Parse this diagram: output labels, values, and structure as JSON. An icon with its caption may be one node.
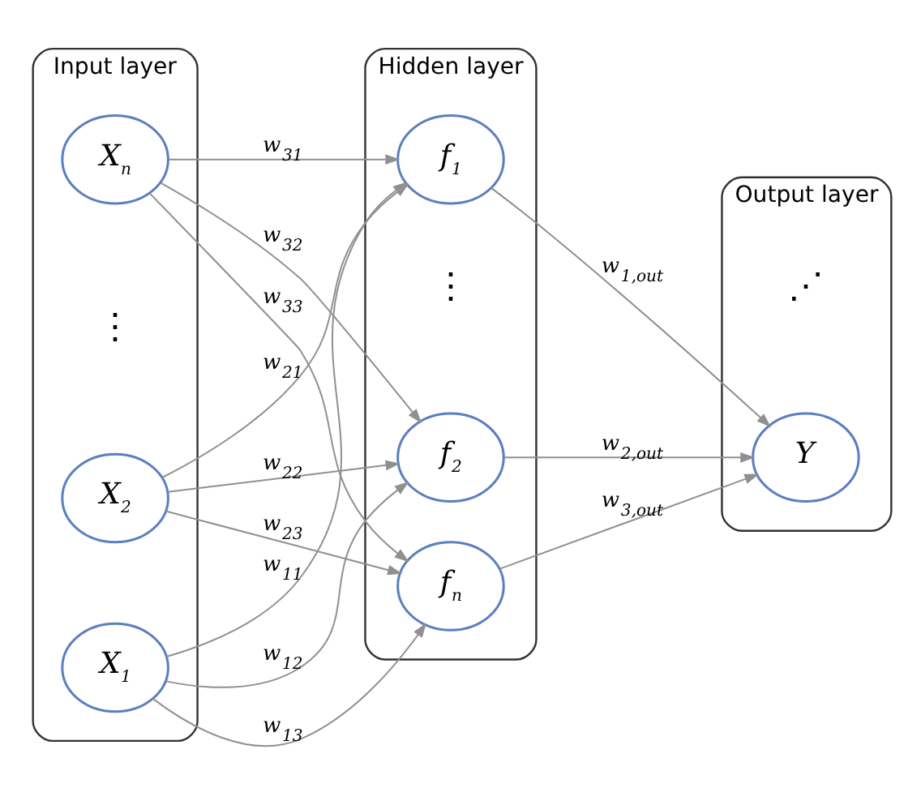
{
  "diagram": {
    "nodes": [
      {
        "text": [
          "Input layer"
        ]
      },
      {
        "text": [
          "X$_{1}$"
        ],
        "in": 0
      },
      {
        "text": [
          "X$_{2}$"
        ],
        "in": 0
      },
      {
        "text": [
          "X$_{n}$"
        ],
        "in": 0
      },
      {
        "text": [
          "Hidden layer"
        ]
      },
      {
        "text": [
          "f$_{1}$"
        ],
        "in": 4
      },
      {
        "text": [
          "f$_{2}$"
        ],
        "in": 4
      },
      {
        "text": [
          "f$_{n}$"
        ],
        "in": 4
      },
      {
        "text": [
          "Output layer"
        ]
      },
      {
        "text": [
          "Y"
        ],
        "in": 8
      }
    ],
    "edges": [
      {
        "from": 1,
        "to": 5,
        "arrow": "to",
        "label": "w$_{11}$"
      },
      {
        "from": 1,
        "to": 6,
        "arrow": "to",
        "label": "w$_{12}$"
      },
      {
        "from": 1,
        "to": 7,
        "arrow": "to",
        "label": "w$_{13}$"
      },
      {
        "from": 2,
        "to": 5,
        "arrow": "to",
        "label": "w$_{21}$"
      },
      {
        "from": 2,
        "to": 6,
        "arrow": "to",
        "label": "w$_{22}$"
      },
      {
        "from": 2,
        "to": 7,
        "arrow": "to",
        "label": "w$_{23}$"
      },
      {
        "from": 3,
        "to": 5,
        "arrow": "to",
        "label": "w$_{31}$"
      },
      {
        "from": 3,
        "to": 6,
        "arrow": "to",
        "label": "w$_{32}$"
      },
      {
        "from": 3,
        "to": 7,
        "arrow": "to",
        "label": "w$_{33}$"
      },
      {
        "from": 5,
        "to": 9,
        "arrow": "to",
        "label": "w$_{1,out}$"
      },
      {
        "from": 6,
        "to": 9,
        "arrow": "to",
        "label": "w$_{2,out}$"
      },
      {
        "from": 7,
        "to": 9,
        "arrow": "to",
        "label": "w$_{3,out}$"
      }
    ],
    "labels": [
      "⋮",
      "⋮",
      "⋰"
    ]
  }
}
